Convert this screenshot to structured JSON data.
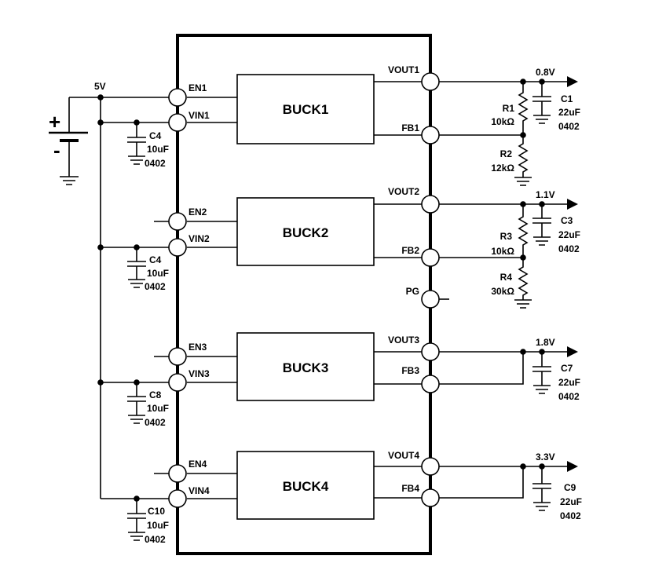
{
  "supply": {
    "voltage": "5V",
    "plus": "+",
    "minus": "-"
  },
  "ic": {
    "channels": [
      {
        "name": "BUCK1",
        "en": "EN1",
        "vin": "VIN1",
        "vout": "VOUT1",
        "fb": "FB1",
        "out_voltage": "0.8V",
        "cout": {
          "ref": "C1",
          "value": "22uF",
          "size": "0402"
        },
        "cin": {
          "ref": "C4",
          "value": "10uF",
          "size": "0402"
        },
        "r_top": {
          "ref": "R1",
          "value": "10kΩ"
        },
        "r_bot": {
          "ref": "R2",
          "value": "12kΩ"
        }
      },
      {
        "name": "BUCK2",
        "en": "EN2",
        "vin": "VIN2",
        "vout": "VOUT2",
        "fb": "FB2",
        "out_voltage": "1.1V",
        "cout": {
          "ref": "C3",
          "value": "22uF",
          "size": "0402"
        },
        "cin": {
          "ref": "C4",
          "value": "10uF",
          "size": "0402"
        },
        "r_top": {
          "ref": "R3",
          "value": "10kΩ"
        },
        "r_bot": {
          "ref": "R4",
          "value": "30kΩ"
        }
      },
      {
        "name": "BUCK3",
        "en": "EN3",
        "vin": "VIN3",
        "vout": "VOUT3",
        "fb": "FB3",
        "out_voltage": "1.8V",
        "cout": {
          "ref": "C7",
          "value": "22uF",
          "size": "0402"
        },
        "cin": {
          "ref": "C8",
          "value": "10uF",
          "size": "0402"
        }
      },
      {
        "name": "BUCK4",
        "en": "EN4",
        "vin": "VIN4",
        "vout": "VOUT4",
        "fb": "FB4",
        "out_voltage": "3.3V",
        "cout": {
          "ref": "C9",
          "value": "22uF",
          "size": "0402"
        },
        "cin": {
          "ref": "C10",
          "value": "10uF",
          "size": "0402"
        }
      }
    ],
    "pg": "PG"
  }
}
